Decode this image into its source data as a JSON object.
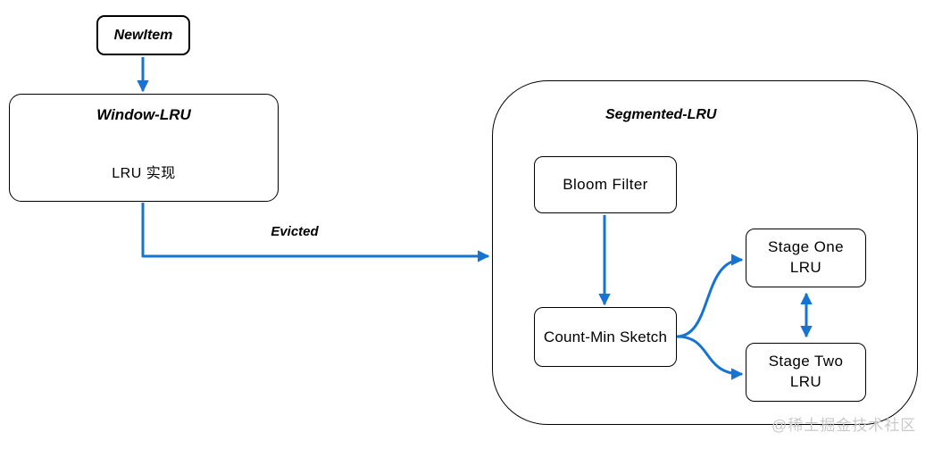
{
  "colors": {
    "arrow": "#1673d2",
    "border": "#000000",
    "watermark": "#c9c9c9"
  },
  "nodes": {
    "new_item": {
      "label": "NewItem"
    },
    "window_lru": {
      "title": "Window-LRU",
      "subtitle": "LRU 实现"
    },
    "segmented_lru": {
      "title": "Segmented-LRU"
    },
    "bloom_filter": {
      "label": "Bloom Filter"
    },
    "count_min_sketch": {
      "label": "Count-Min Sketch"
    },
    "stage_one": {
      "line1": "Stage One",
      "line2": "LRU"
    },
    "stage_two": {
      "line1": "Stage Two",
      "line2": "LRU"
    }
  },
  "edges": {
    "evicted_label": "Evicted"
  },
  "watermark": "@稀土掘金技术社区"
}
